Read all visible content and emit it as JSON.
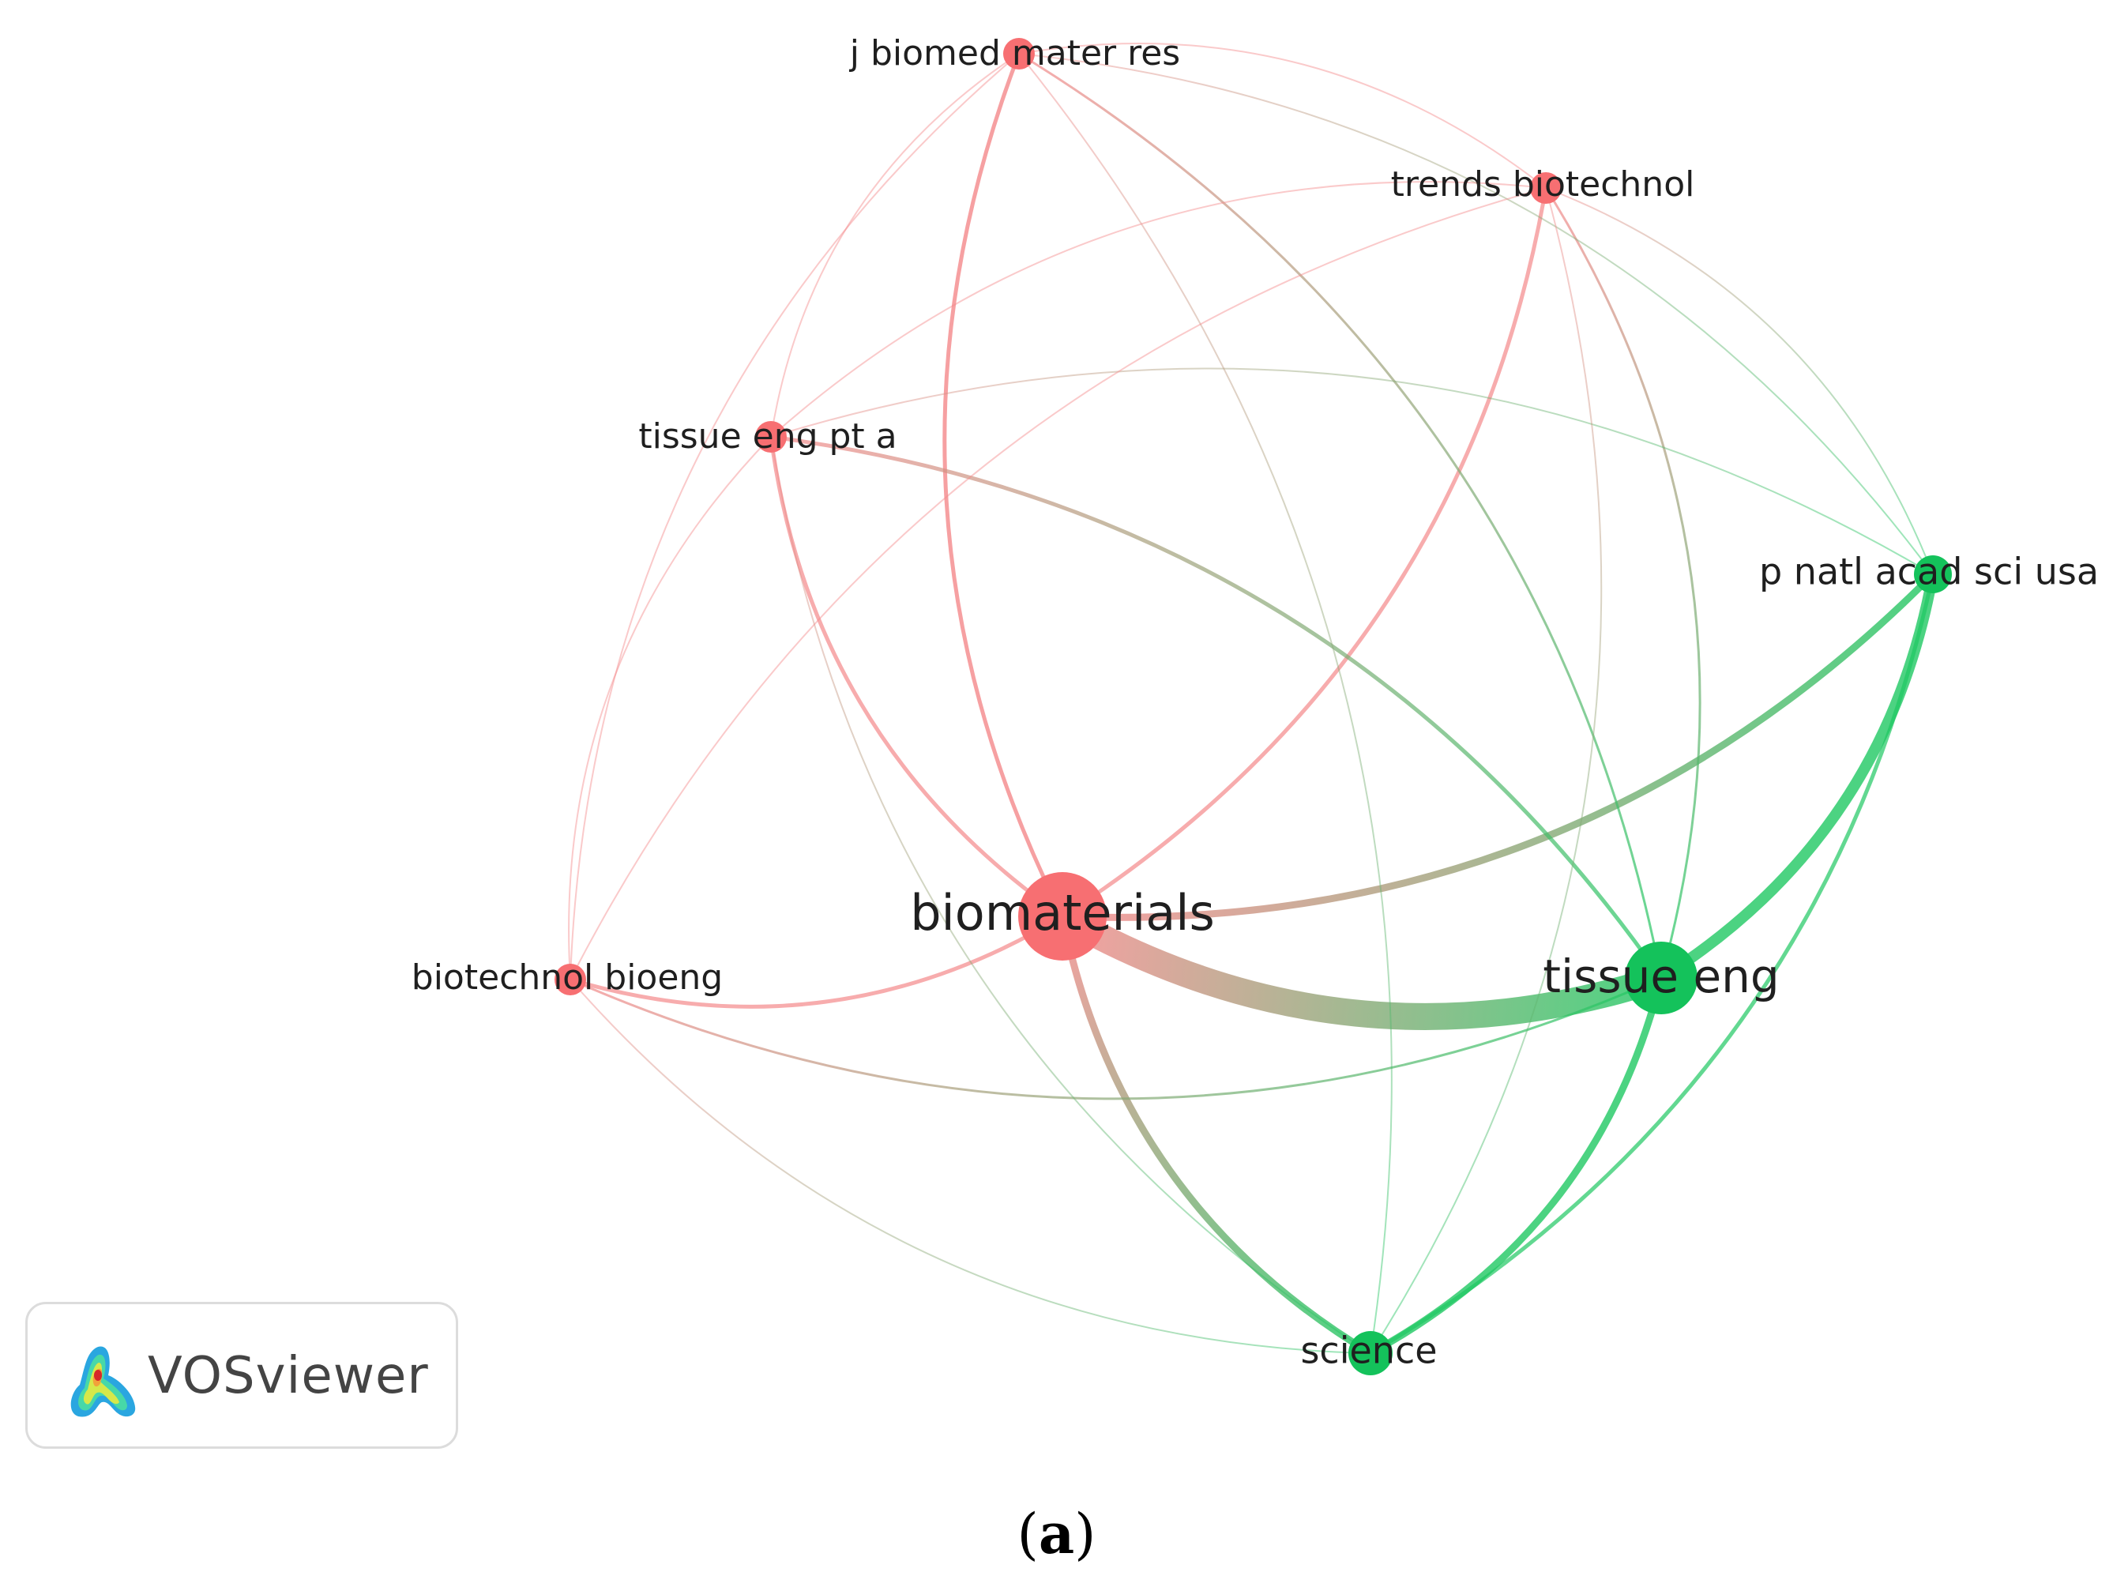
{
  "network": {
    "colors": {
      "red_cluster": "#f4888a",
      "green_cluster": "#1fc862",
      "red_node": "#f76f72",
      "green_node": "#14c25b"
    },
    "nodes": [
      {
        "id": "biomaterials",
        "label": "biomaterials",
        "cluster": 1,
        "weight": 10
      },
      {
        "id": "tissue_eng",
        "label": "tissue eng",
        "cluster": 2,
        "weight": 8
      },
      {
        "id": "j_biomed",
        "label": "j biomed mater res",
        "cluster": 1,
        "weight": 3
      },
      {
        "id": "trends",
        "label": "trends biotechnol",
        "cluster": 1,
        "weight": 3
      },
      {
        "id": "tissue_a",
        "label": "tissue eng pt a",
        "cluster": 1,
        "weight": 3
      },
      {
        "id": "pnas",
        "label": "p natl acad sci usa",
        "cluster": 2,
        "weight": 4
      },
      {
        "id": "biotech",
        "label": "biotechnol bioeng",
        "cluster": 1,
        "weight": 3
      },
      {
        "id": "science",
        "label": "science",
        "cluster": 2,
        "weight": 4
      }
    ],
    "links": [
      {
        "source": "biomaterials",
        "target": "tissue_eng",
        "strength": 10
      },
      {
        "source": "biomaterials",
        "target": "pnas",
        "strength": 5
      },
      {
        "source": "biomaterials",
        "target": "j_biomed",
        "strength": 4
      },
      {
        "source": "biomaterials",
        "target": "trends",
        "strength": 3
      },
      {
        "source": "biomaterials",
        "target": "tissue_a",
        "strength": 3
      },
      {
        "source": "biomaterials",
        "target": "biotech",
        "strength": 3
      },
      {
        "source": "biomaterials",
        "target": "science",
        "strength": 5
      },
      {
        "source": "tissue_eng",
        "target": "pnas",
        "strength": 7
      },
      {
        "source": "tissue_eng",
        "target": "science",
        "strength": 5
      },
      {
        "source": "tissue_eng",
        "target": "tissue_a",
        "strength": 3
      },
      {
        "source": "tissue_eng",
        "target": "j_biomed",
        "strength": 2
      },
      {
        "source": "tissue_eng",
        "target": "trends",
        "strength": 2
      },
      {
        "source": "tissue_eng",
        "target": "biotech",
        "strength": 2
      },
      {
        "source": "pnas",
        "target": "science",
        "strength": 3
      },
      {
        "source": "pnas",
        "target": "trends",
        "strength": 1
      },
      {
        "source": "pnas",
        "target": "tissue_a",
        "strength": 1
      },
      {
        "source": "pnas",
        "target": "j_biomed",
        "strength": 1
      },
      {
        "source": "science",
        "target": "trends",
        "strength": 1
      },
      {
        "source": "science",
        "target": "tissue_a",
        "strength": 1
      },
      {
        "source": "science",
        "target": "biotech",
        "strength": 1
      },
      {
        "source": "science",
        "target": "j_biomed",
        "strength": 1
      },
      {
        "source": "j_biomed",
        "target": "trends",
        "strength": 1
      },
      {
        "source": "j_biomed",
        "target": "tissue_a",
        "strength": 1
      },
      {
        "source": "j_biomed",
        "target": "biotech",
        "strength": 1
      },
      {
        "source": "trends",
        "target": "tissue_a",
        "strength": 1
      },
      {
        "source": "trends",
        "target": "biotech",
        "strength": 1
      },
      {
        "source": "tissue_a",
        "target": "biotech",
        "strength": 1
      }
    ]
  },
  "brand": {
    "name": "VOSviewer"
  },
  "caption": {
    "open": "(",
    "letter": "a",
    "close": ")"
  }
}
